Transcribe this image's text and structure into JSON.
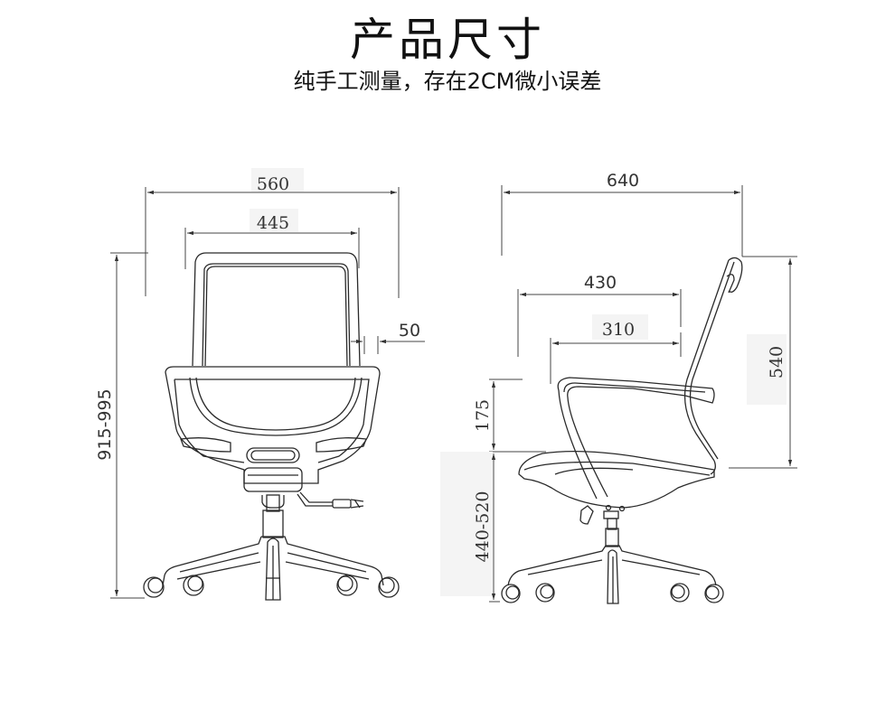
{
  "header": {
    "title": "产品尺寸",
    "subtitle": "纯手工测量，存在2CM微小误差"
  },
  "front_view": {
    "overall_width": "560",
    "back_width": "445",
    "armrest_width": "50",
    "total_height": "915-995"
  },
  "side_view": {
    "overall_depth": "640",
    "seat_depth": "430",
    "armrest_depth": "310",
    "back_height": "540",
    "armrest_height": "175",
    "seat_height": "440-520"
  },
  "colors": {
    "line": "#2a2a2a",
    "dimension_line": "#444444",
    "text": "#111111"
  }
}
